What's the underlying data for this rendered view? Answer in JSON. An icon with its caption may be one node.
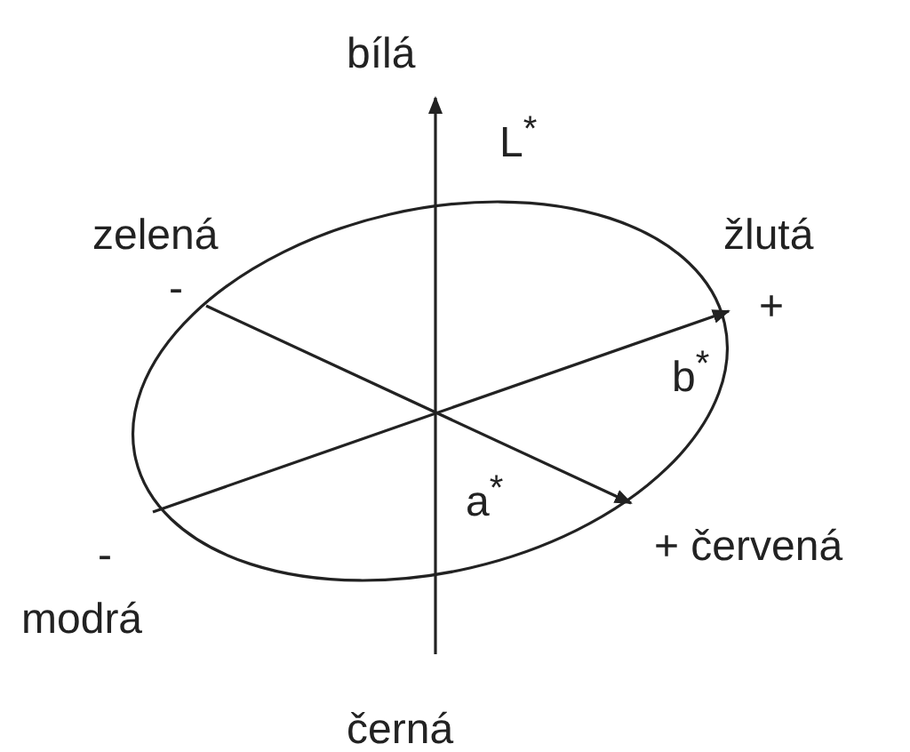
{
  "diagram": {
    "labels": [
      "bílá",
      "L$^{*}$",
      "zelená",
      "-",
      "žlutá",
      "+",
      "b$^{*}$",
      "a$^{*}$",
      "+ červená",
      "-",
      "modrá",
      "černá"
    ]
  }
}
